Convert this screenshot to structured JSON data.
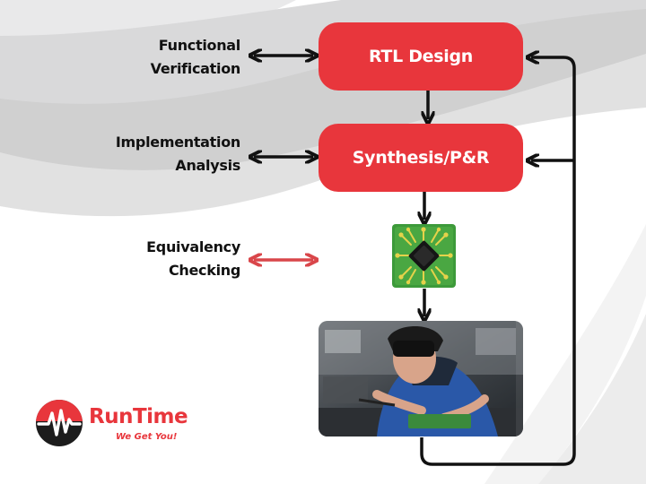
{
  "left_labels": {
    "functional": [
      "Functional",
      "Verification"
    ],
    "implementation": [
      "Implementation",
      "Analysis"
    ],
    "equivalency": [
      "Equivalency",
      "Checking"
    ]
  },
  "boxes": {
    "rtl_design": "RTL Design",
    "synthesis": "Synthesis/P&R"
  },
  "logo": {
    "name": "RunTime",
    "tagline": "We Get You!"
  },
  "colors": {
    "accent_red": "#e8363c",
    "arrow_black": "#111111",
    "equivalency_arrow": "#d9464a",
    "chip_green": "#3d9a3a",
    "trace_yellow": "#e5d24a"
  }
}
